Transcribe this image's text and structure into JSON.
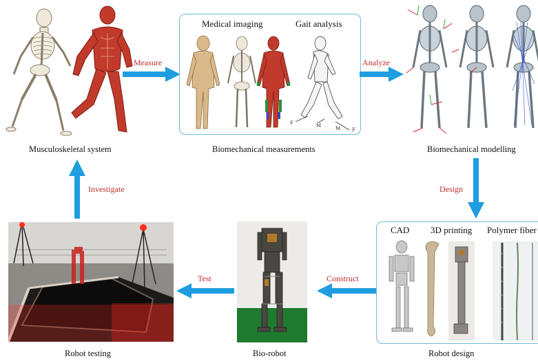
{
  "captions": {
    "musculoskeletal": "Musculoskeletal system",
    "measurements": "Biomechanical measurements",
    "modelling": "Biomechanical modelling",
    "robot_design": "Robot design",
    "bio_robot": "Bio-robot",
    "robot_testing": "Robot testing"
  },
  "arrows": {
    "measure": "Measure",
    "analyze": "Analyze",
    "design": "Design",
    "construct": "Construct",
    "test": "Test",
    "investigate": "Investigate"
  },
  "measurements_box": {
    "medical_imaging": "Medical imaging",
    "gait_analysis": "Gait analysis"
  },
  "design_box": {
    "cad": "CAD",
    "printing": "3D printing",
    "polymer": "Polymer fiber"
  },
  "colors": {
    "arrow": "#1e9de0",
    "arrow_label": "#c0282a",
    "box_border": "#6cb9d8",
    "muscle_red": "#c23a2b",
    "skin": "#d9b98a",
    "bone": "#ece7da"
  }
}
